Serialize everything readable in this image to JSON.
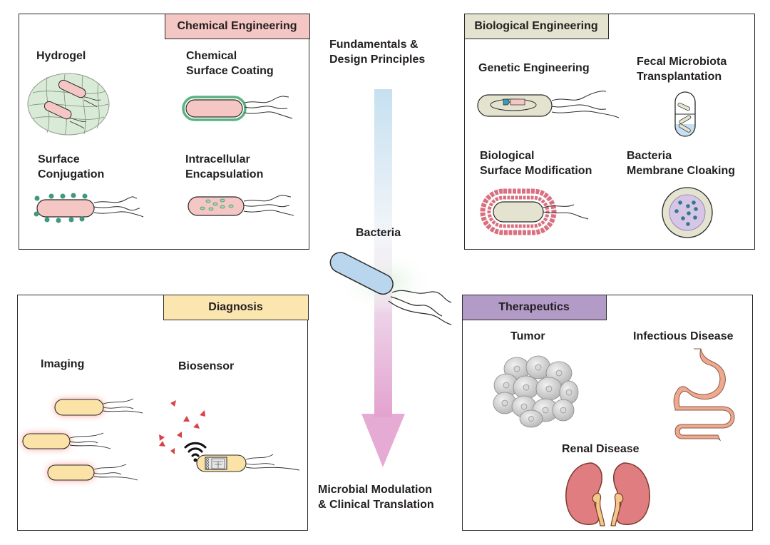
{
  "center": {
    "top_label": "Fundamentals &\nDesign Principles",
    "bacteria_label": "Bacteria",
    "bottom_label": "Microbial Modulation\n& Clinical Translation"
  },
  "panels": {
    "chemical": {
      "title": "Chemical Engineering",
      "color": "#f4c6c4",
      "items": [
        {
          "label": "Hydrogel"
        },
        {
          "label": "Chemical\nSurface Coating"
        },
        {
          "label": "Surface\nConjugation"
        },
        {
          "label": "Intracellular\nEncapsulation"
        }
      ]
    },
    "biological": {
      "title": "Biological Engineering",
      "color": "#e3e3cf",
      "items": [
        {
          "label": "Genetic Engineering"
        },
        {
          "label": "Fecal Microbiota\nTransplantation"
        },
        {
          "label": "Biological\nSurface Modification"
        },
        {
          "label": "Bacteria\nMembrane Cloaking"
        }
      ]
    },
    "diagnosis": {
      "title": "Diagnosis",
      "color": "#fbe6b0",
      "items": [
        {
          "label": "Imaging"
        },
        {
          "label": "Biosensor"
        }
      ]
    },
    "therapeutics": {
      "title": "Therapeutics",
      "color": "#b39bc8",
      "items": [
        {
          "label": "Tumor"
        },
        {
          "label": "Infectious Disease"
        },
        {
          "label": "Renal Disease"
        }
      ]
    }
  },
  "colors": {
    "bacteria_pink": "#f4c6c4",
    "bacteria_blue": "#b9d6ee",
    "bacteria_beige": "#e3e3cf",
    "bacteria_yellow": "#fbe3a8",
    "hydrogel_green": "#d9ead6",
    "coating_green": "#5ab27e",
    "conjugate_teal": "#3f9a7a",
    "membrane_pink": "#d9707f",
    "cloak_purple": "#d6c5e6",
    "cloak_dots": "#2f7b8a",
    "signal_red": "#d8414a",
    "stomach": "#eea98f",
    "kidney": "#e07d80",
    "ureter": "#f3c98b",
    "arrow_top": "#c6e0f0",
    "arrow_bottom": "#e3a2cf"
  }
}
